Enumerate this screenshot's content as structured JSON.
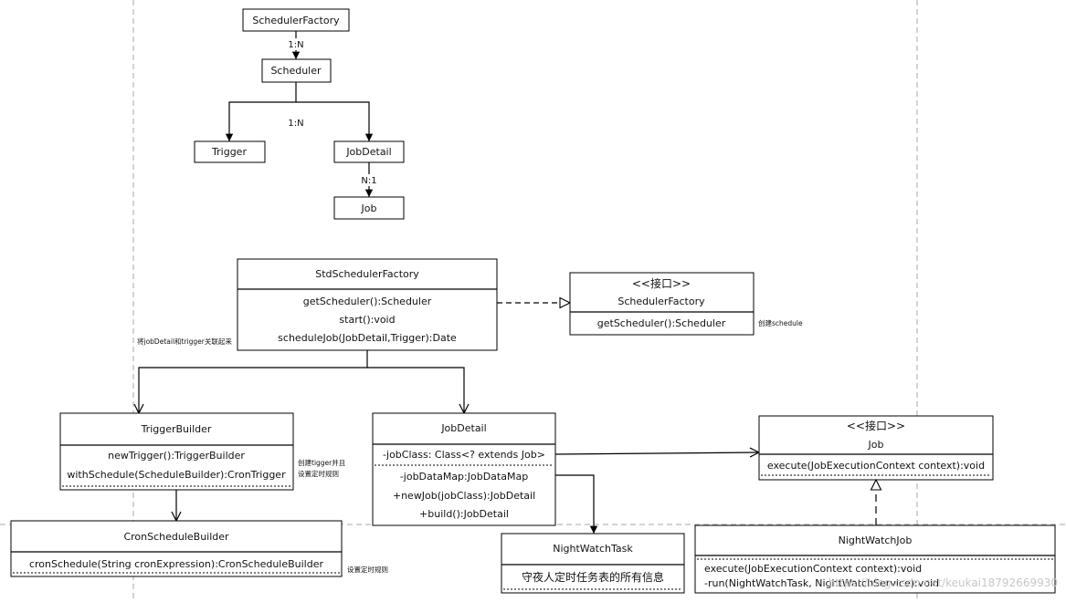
{
  "top": {
    "scheduler_factory": "SchedulerFactory",
    "rel_factory_scheduler": "1:N",
    "scheduler": "Scheduler",
    "rel_scheduler_children": "1:N",
    "trigger": "Trigger",
    "job_detail": "JobDetail",
    "rel_jobdetail_job": "N:1",
    "job": "Job"
  },
  "std_factory": {
    "title": "StdSchedulerFactory",
    "methods": [
      "getScheduler():Scheduler",
      "start():void",
      "scheduleJob(JobDetail,Trigger):Date"
    ]
  },
  "factory_interface": {
    "stereotype": "<<接口>>",
    "title": "SchedulerFactory",
    "method": "getScheduler():Scheduler",
    "note": "创建schedule"
  },
  "note_link": "将jobDetail和trigger关联起来",
  "trigger_builder": {
    "title": "TriggerBuilder",
    "methods": [
      "newTrigger():TriggerBuilder",
      "withSchedule(ScheduleBuilder):CronTrigger"
    ],
    "note_line1": "创建tigger并且",
    "note_line2": "设置定时规则"
  },
  "job_detail_class": {
    "title": "JobDetail",
    "field1": "-jobClass: Class<? extends Job>",
    "field2": "-jobDataMap:JobDataMap",
    "methods": [
      "+newJob(jobClass):JobDetail",
      "+build():JobDetail"
    ]
  },
  "job_interface": {
    "stereotype": "<<接口>>",
    "title": "Job",
    "method": "execute(JobExecutionContext context):void"
  },
  "cron_builder": {
    "title": "CronScheduleBuilder",
    "method": "cronSchedule(String cronExpression):CronScheduleBuilder",
    "note": "设置定时规则"
  },
  "night_task": {
    "title": "NightWatchTask",
    "desc": "守夜人定时任务表的所有信息"
  },
  "night_job": {
    "title": "NightWatchJob",
    "methods": [
      "execute(JobExecutionContext context):void",
      "-run(NightWatchTask, NightWatchService):void"
    ]
  },
  "watermark": "https://blog.csdn.net/keukai18792669930"
}
